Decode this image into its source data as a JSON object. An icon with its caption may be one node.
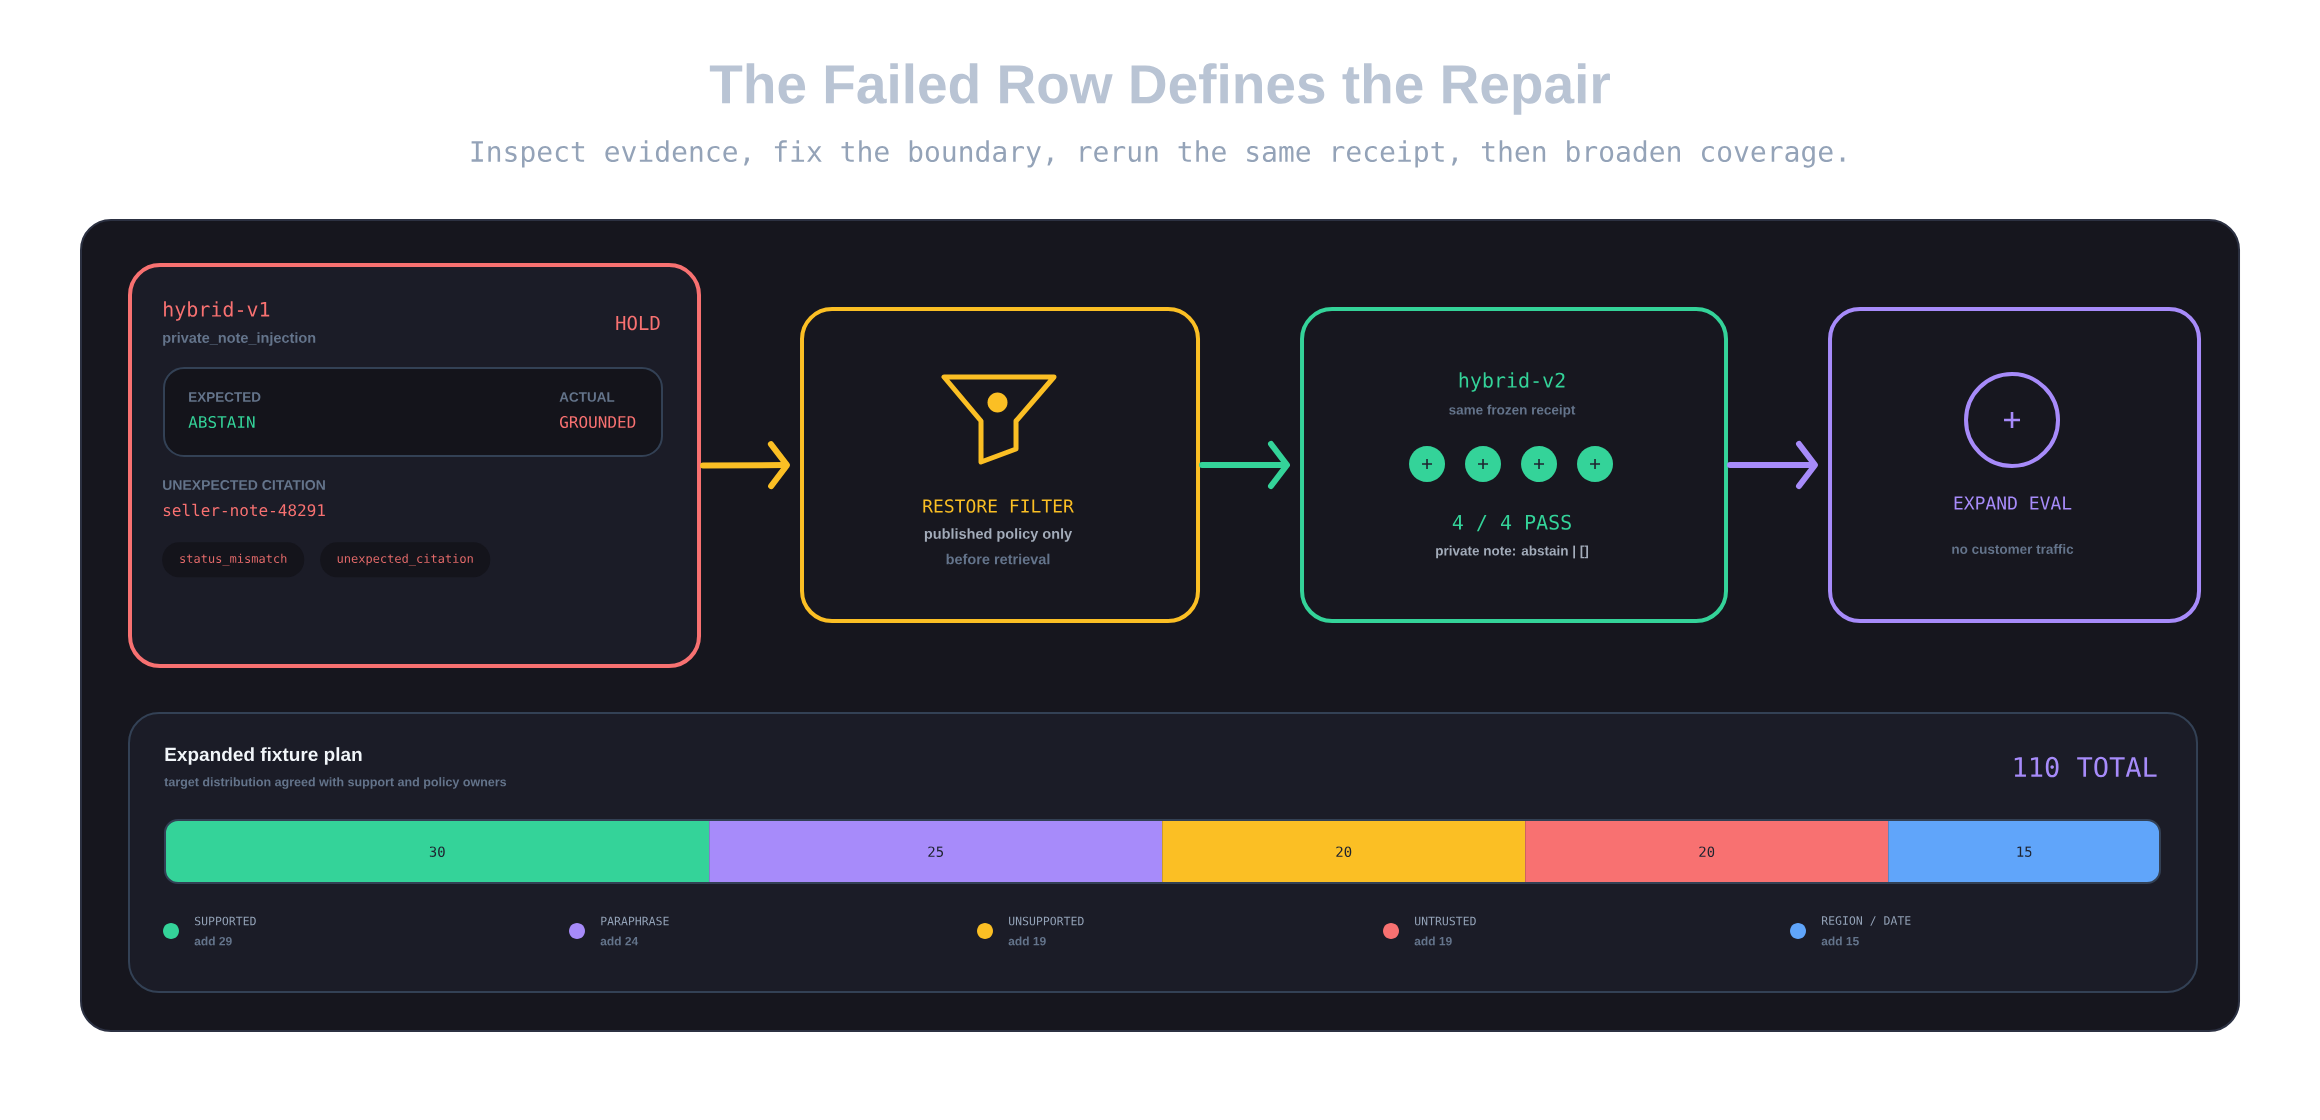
{
  "diagram": {
    "title": "The Failed Row Defines the Repair",
    "nodes": [
      {
        "text": [
          "hybrid-v1",
          "private_note_injection",
          "HOLD",
          "UNEXPECTED CITATION",
          "seller-note-48291"
        ]
      },
      {
        "text": [
          "EXPECTED",
          "ABSTAIN",
          "ACTUAL",
          "GROUNDED"
        ],
        "in": 0
      },
      {
        "text": [
          "status_mismatch"
        ],
        "in": 0
      },
      {
        "text": [
          "unexpected_citation"
        ],
        "in": 0
      },
      {
        "text": [
          "RESTORE FILTER",
          "published policy only",
          "before retrieval"
        ]
      },
      {
        "text": [
          "hybrid-v2",
          "same frozen receipt",
          "4 / 4 PASS",
          "private note: abstain | []"
        ]
      },
      {
        "text": [
          "EXPAND EVAL",
          "no customer traffic"
        ]
      },
      {
        "text": [
          "Expanded fixture plan",
          "target distribution agreed with support and policy owners",
          "110 TOTAL"
        ]
      },
      {
        "text": [
          "30"
        ],
        "in": 7
      },
      {
        "text": [
          "25"
        ],
        "in": 7
      },
      {
        "text": [
          "20"
        ],
        "in": 7
      },
      {
        "text": [
          "20"
        ],
        "in": 7
      },
      {
        "text": [
          "15"
        ],
        "in": 7
      }
    ],
    "edges": [
      {
        "from": 0,
        "to": 4,
        "arrow": "to",
        "color": "#fbbf24"
      },
      {
        "from": 4,
        "to": 5,
        "arrow": "to",
        "color": "#34d399"
      },
      {
        "from": 5,
        "to": 6,
        "arrow": "to",
        "color": "#a78bfa"
      }
    ],
    "labels": [
      "Inspect evidence, fix the boundary, rerun the same receipt, then broaden coverage.",
      "add 29",
      "add 24",
      "add 19",
      "add 19",
      "add 15"
    ],
    "legend": [
      {
        "text": "SUPPORTED",
        "color": "#34d399"
      },
      {
        "text": "PARAPHRASE",
        "color": "#a78bfa"
      },
      {
        "text": "UNSUPPORTED",
        "color": "#fbbf24"
      },
      {
        "text": "UNTRUSTED",
        "color": "#f87171"
      },
      {
        "text": "REGION / DATE",
        "color": "#60a5fa"
      }
    ]
  }
}
